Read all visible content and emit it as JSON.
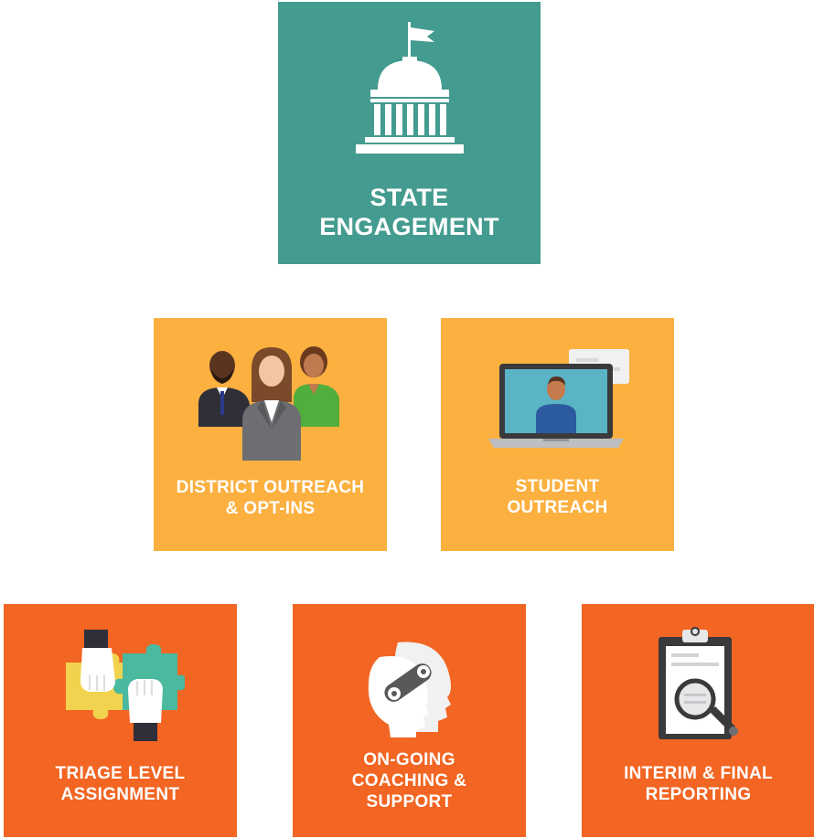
{
  "colors": {
    "state_tile": "#449b8f",
    "outreach_tile": "#fbb040",
    "process_tile": "#f26522",
    "text": "#ffffff"
  },
  "tiles": {
    "state": {
      "icon": "capitol-building-icon",
      "label_lines": [
        "STATE",
        "ENGAGEMENT"
      ]
    },
    "district": {
      "icon": "people-group-icon",
      "label_lines": [
        "DISTRICT OUTREACH",
        "& OPT-INS"
      ]
    },
    "student": {
      "icon": "video-call-laptop-icon",
      "label_lines": [
        "STUDENT",
        "OUTREACH"
      ]
    },
    "triage": {
      "icon": "puzzle-hands-icon",
      "label_lines": [
        "TRIAGE LEVEL",
        "ASSIGNMENT"
      ]
    },
    "coaching": {
      "icon": "heads-gears-icon",
      "label_lines": [
        "ON-GOING",
        "COACHING &",
        "SUPPORT"
      ]
    },
    "reporting": {
      "icon": "clipboard-magnifier-icon",
      "label_lines": [
        "INTERIM & FINAL",
        "REPORTING"
      ]
    }
  }
}
